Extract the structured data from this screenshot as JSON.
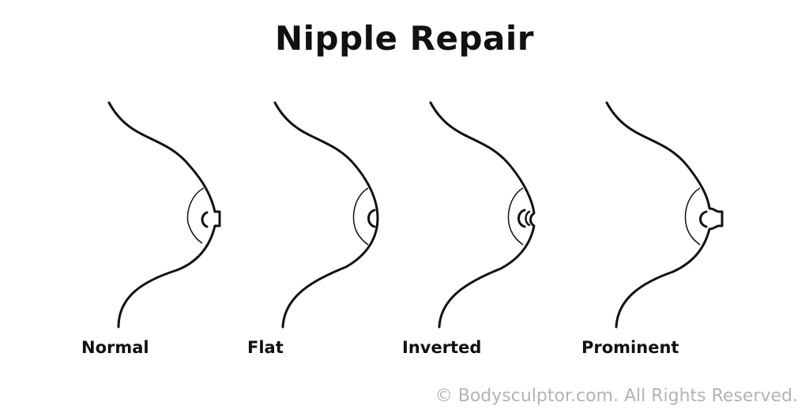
{
  "title": "Nipple Repair",
  "figures": [
    {
      "type": "normal",
      "label": "Normal"
    },
    {
      "type": "flat",
      "label": "Flat"
    },
    {
      "type": "inverted",
      "label": "Inverted"
    },
    {
      "type": "prominent",
      "label": "Prominent"
    }
  ],
  "copyright": "© Bodysculptor.com.  All Rights Reserved.",
  "colors": {
    "ink": "#111111",
    "copyright": "#b3b3b3",
    "background": "#ffffff"
  }
}
